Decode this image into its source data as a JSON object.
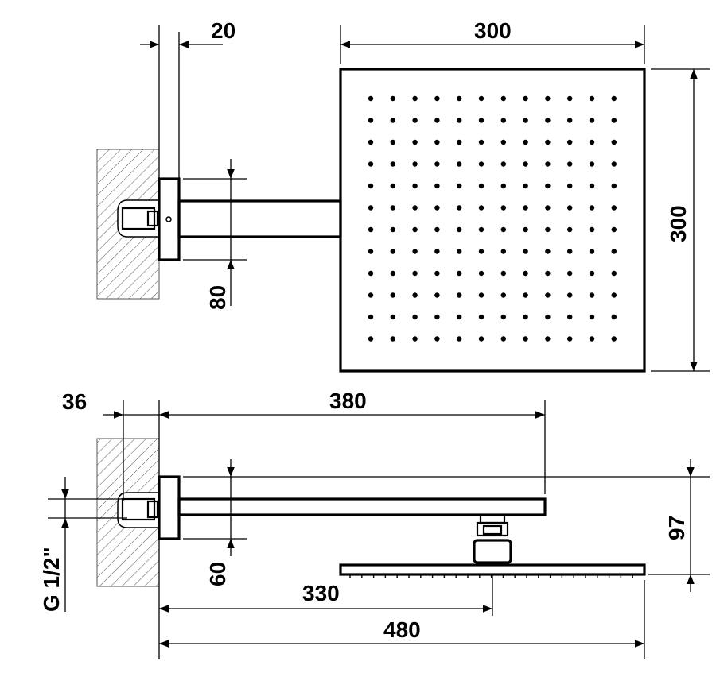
{
  "dimensions": {
    "top_flange_depth": "20",
    "head_width": "300",
    "head_height": "300",
    "arm_height_top": "80",
    "wall_offset": "36",
    "arm_length": "380",
    "drop_height": "97",
    "arm_height_side": "60",
    "thread": "G 1/2\"",
    "head_center": "330",
    "total_length": "480"
  },
  "colors": {
    "line": "#000000",
    "hatch": "#555555",
    "background": "#ffffff"
  }
}
